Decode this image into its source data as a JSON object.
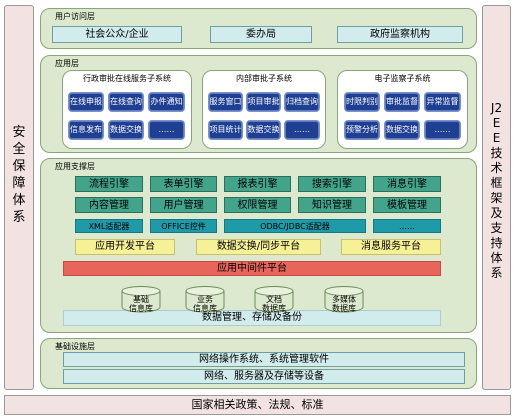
{
  "left_side": {
    "label": "安全保障体系"
  },
  "right_side": {
    "label": "J2EE技术框架及支持体系"
  },
  "user_layer": {
    "title": "用户访问层",
    "items": [
      "社会公众/企业",
      "委办局",
      "政府监察机构"
    ]
  },
  "app_layer": {
    "title": "应用层",
    "subsystems": [
      {
        "title": "行政审批在线服务子系统",
        "buttons": [
          "在线申报",
          "在线查询",
          "办件通知",
          "信息发布",
          "数据交换",
          "……"
        ]
      },
      {
        "title": "内部审批子系统",
        "buttons": [
          "服务窗口",
          "项目审批",
          "归档查询",
          "项目统计",
          "数据交换",
          "……"
        ]
      },
      {
        "title": "电子监察子系统",
        "buttons": [
          "时限判别",
          "审批监督",
          "异常监督",
          "预警分析",
          "数据交换",
          "……"
        ]
      }
    ]
  },
  "support_layer": {
    "title": "应用支撑层",
    "engines_row1": [
      "流程引擎",
      "表单引擎",
      "报表引擎",
      "搜索引擎",
      "消息引擎"
    ],
    "engines_row2": [
      "内容管理",
      "用户管理",
      "权限管理",
      "知识管理",
      "模板管理"
    ],
    "adapters": [
      "XML适配器",
      "OFFICE控件",
      "ODBC/JDBC适配器",
      "……"
    ],
    "platforms": [
      "应用开发平台",
      "数据交换/同步平台",
      "消息服务平台"
    ],
    "middleware": "应用中间件平台",
    "databases": [
      {
        "line1": "基础",
        "line2": "信息库"
      },
      {
        "line1": "业务",
        "line2": "信息库"
      },
      {
        "line1": "文档",
        "line2": "数据库"
      },
      {
        "line1": "多媒体",
        "line2": "数据库"
      }
    ],
    "data_management": "数据管理、存储及备份"
  },
  "infra_layer": {
    "title": "基础设施层",
    "rows": [
      "网络操作系统、系统管理软件",
      "网络、服务器及存储等设备"
    ]
  },
  "bottom_bar": {
    "label": "国家相关政策、法规、标准"
  },
  "colors": {
    "layer_bg": "#dde9cf",
    "nav_button": "#1f3f93",
    "engine": "#43a48c",
    "adapter": "#1f9aa8",
    "platform": "#f6f197",
    "middleware": "#e8655c",
    "side_bar": "#f3e2e2"
  }
}
